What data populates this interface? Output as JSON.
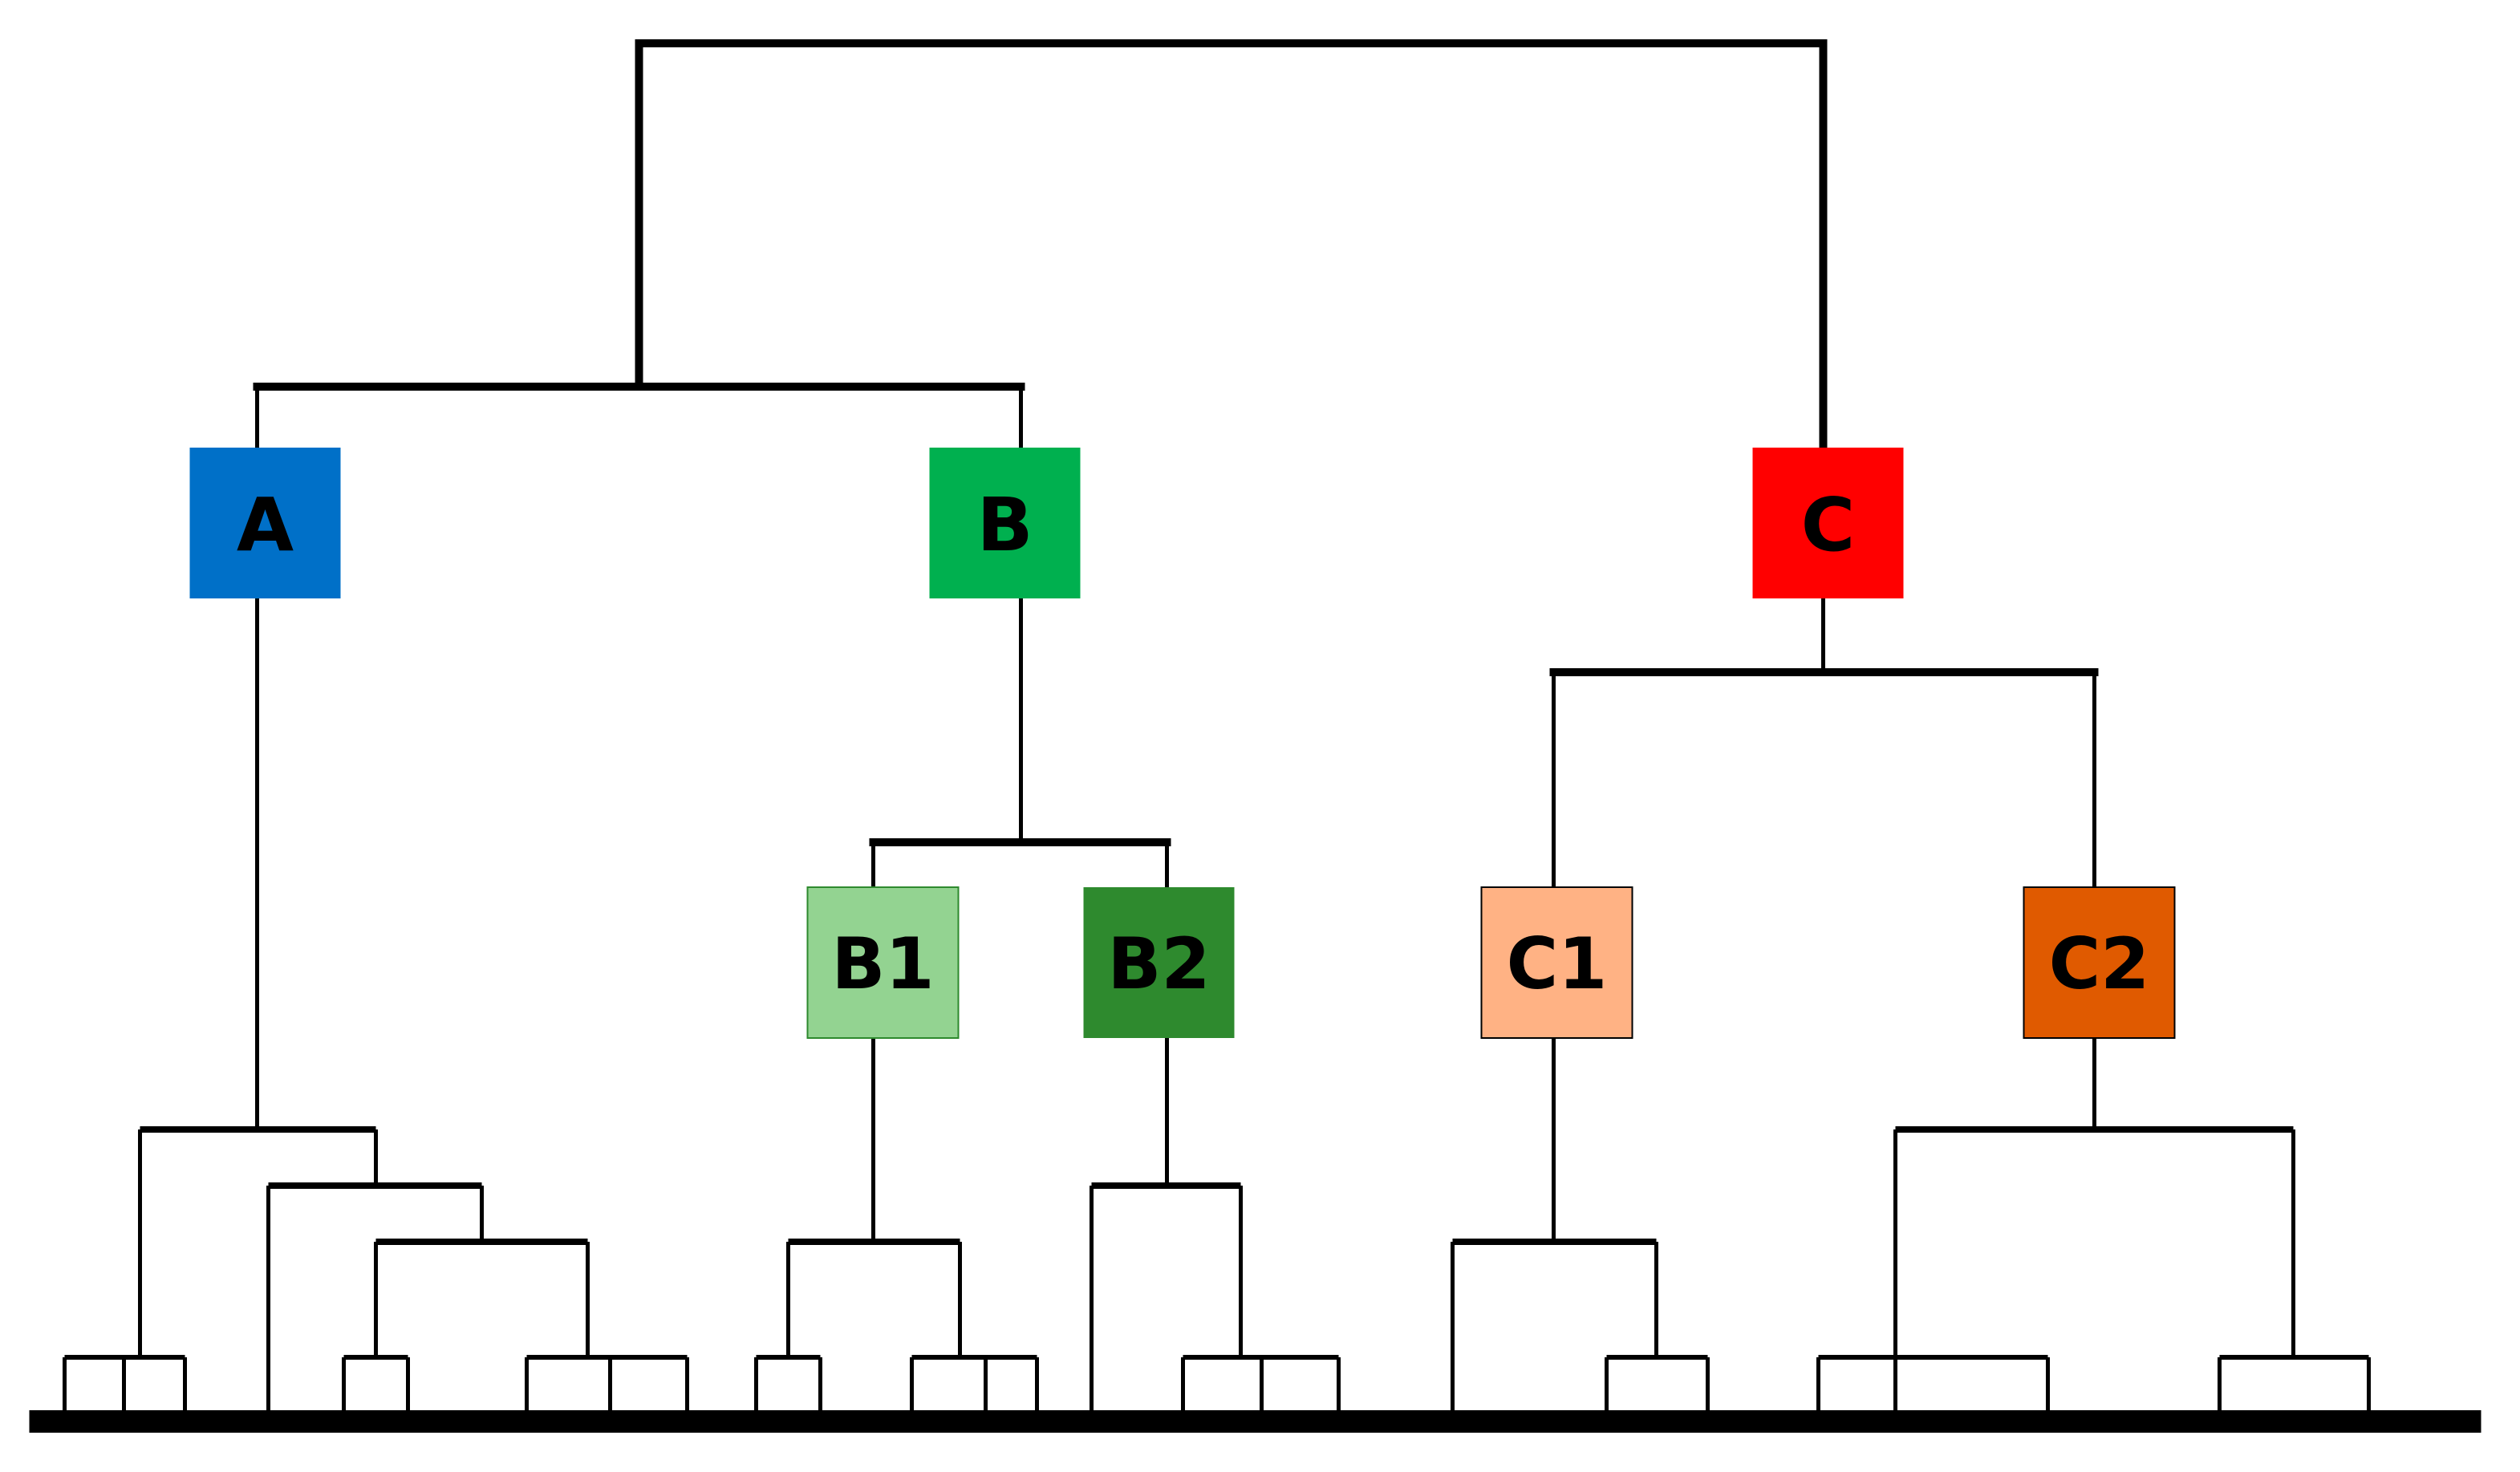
{
  "diagram": {
    "nodes": [
      {
        "id": "A",
        "label": "A",
        "fill": "#0070C8"
      },
      {
        "id": "B",
        "label": "B",
        "fill": "#00B04F"
      },
      {
        "id": "C",
        "label": "C",
        "fill": "#FF0000"
      },
      {
        "id": "B1",
        "label": "B1",
        "fill": "#93D391"
      },
      {
        "id": "B2",
        "label": "B2",
        "fill": "#2E8A2E"
      },
      {
        "id": "C1",
        "label": "C1",
        "fill": "#FFB284"
      },
      {
        "id": "C2",
        "label": "C2",
        "fill": "#E05A00"
      }
    ],
    "line_color": "#000000",
    "label_color": "#000000"
  }
}
